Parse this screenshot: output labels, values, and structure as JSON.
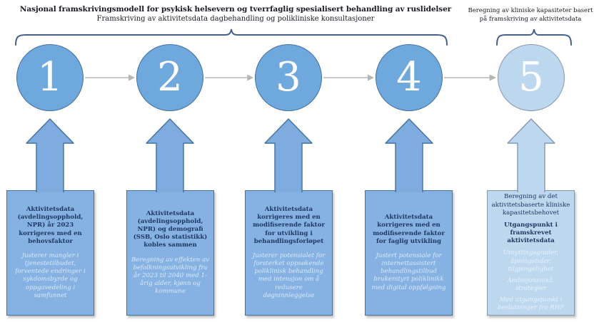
{
  "header": {
    "title": "Nasjonal framskrivingsmodell for psykisk helsevern og tverrfaglig spesialisert behandling av ruslidelser",
    "subtitle": "Framskriving av aktivitetsdata dagbehandling og polikliniske konsultasjoner",
    "right_note": "Beregning av kliniske kapasiteter basert på framskriving av aktivitetsdata"
  },
  "steps": [
    {
      "number": "1",
      "main": "Aktivitetsdata (avdelingsopphold, NPR) år 2023 korrigeres med en behovsfaktor",
      "detail": "Justerer mangler i tjenestetilbudet, forventede endringer i sykdomsbyrde og oppgavedeling i samfunnet"
    },
    {
      "number": "2",
      "main": "Aktivitetsdata (avdelingsopphold, NPR) og demografi (SSB, Oslo statistikk) kobles sammen",
      "detail": "Beregning av effekten av befolkningsutvikling fra år 2023 til 2040 med 1-årig alder, kjønn og kommune"
    },
    {
      "number": "3",
      "main": "Aktivitetsdata korrigeres med en modifiserende faktor for utvikling i behandlingsforløpet",
      "detail": "Justerer potensialet for forsterket oppsøkende poliklinisk behandling med intensjon om å redusere døgninnleggelse"
    },
    {
      "number": "4",
      "main": "Aktivitetsdata korrigeres med en modifiserende faktor for faglig utvikling",
      "detail": "Justert potensiale for internettassistert behandlingstilbud brukerstyrt poliklinikk med digital oppfølgning"
    },
    {
      "number": "5",
      "main": "Beregning av det aktivitetsbaserte kliniske kapasitetsbehovet",
      "subheading": "Utgangspunkt i framskrevet aktivitetsdata",
      "details": [
        "Utnyttingsgrader, åpningstider, tilgjengelighet",
        "Ambisjonsnivå, strategier",
        "Med utgangspunkt i beslutninger fra RHF"
      ]
    }
  ],
  "colors": {
    "step-fill": "#6FA8DC",
    "step-stroke": "#41719C",
    "box-fill": "#85B2E2",
    "arrow-fill": "#7FACDF",
    "light-fill": "#BDD7EE",
    "light-stroke": "#8497B0",
    "brace": "#44608A",
    "connector": "#B5B5B5",
    "heading-text": "#1A1A24",
    "box-heading-text": "#1F3864",
    "box-detail-text": "#DCE9F8"
  }
}
